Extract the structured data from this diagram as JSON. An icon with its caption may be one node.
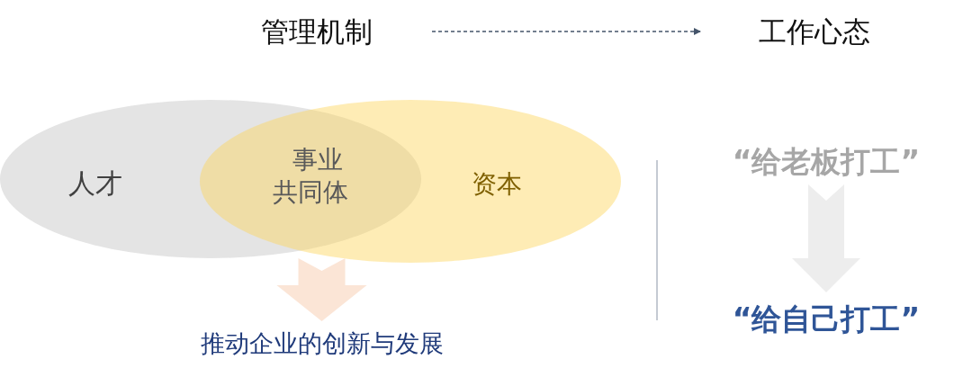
{
  "diagram": {
    "nodes": [
      {
        "text": [
          "管理机制"
        ]
      },
      {
        "text": [
          "工作心态"
        ]
      },
      {
        "text": [
          "人才"
        ]
      },
      {
        "text": [
          "资本"
        ]
      },
      {
        "text": [
          "事业共同体"
        ]
      },
      {
        "text": [
          "推动企业的创新与发展"
        ]
      },
      {
        "text": [
          "“给老板打工”"
        ]
      },
      {
        "text": [
          "“给自己打工”"
        ]
      }
    ],
    "edges": [
      {
        "from": 0,
        "to": 1,
        "arrow": "to",
        "style": "dashed"
      },
      {
        "from": 4,
        "to": 5,
        "arrow": "to",
        "style": "thick",
        "color": "#fbe5d6"
      },
      {
        "from": 6,
        "to": 7,
        "arrow": "to",
        "style": "thick",
        "color": "#ededed"
      }
    ]
  }
}
